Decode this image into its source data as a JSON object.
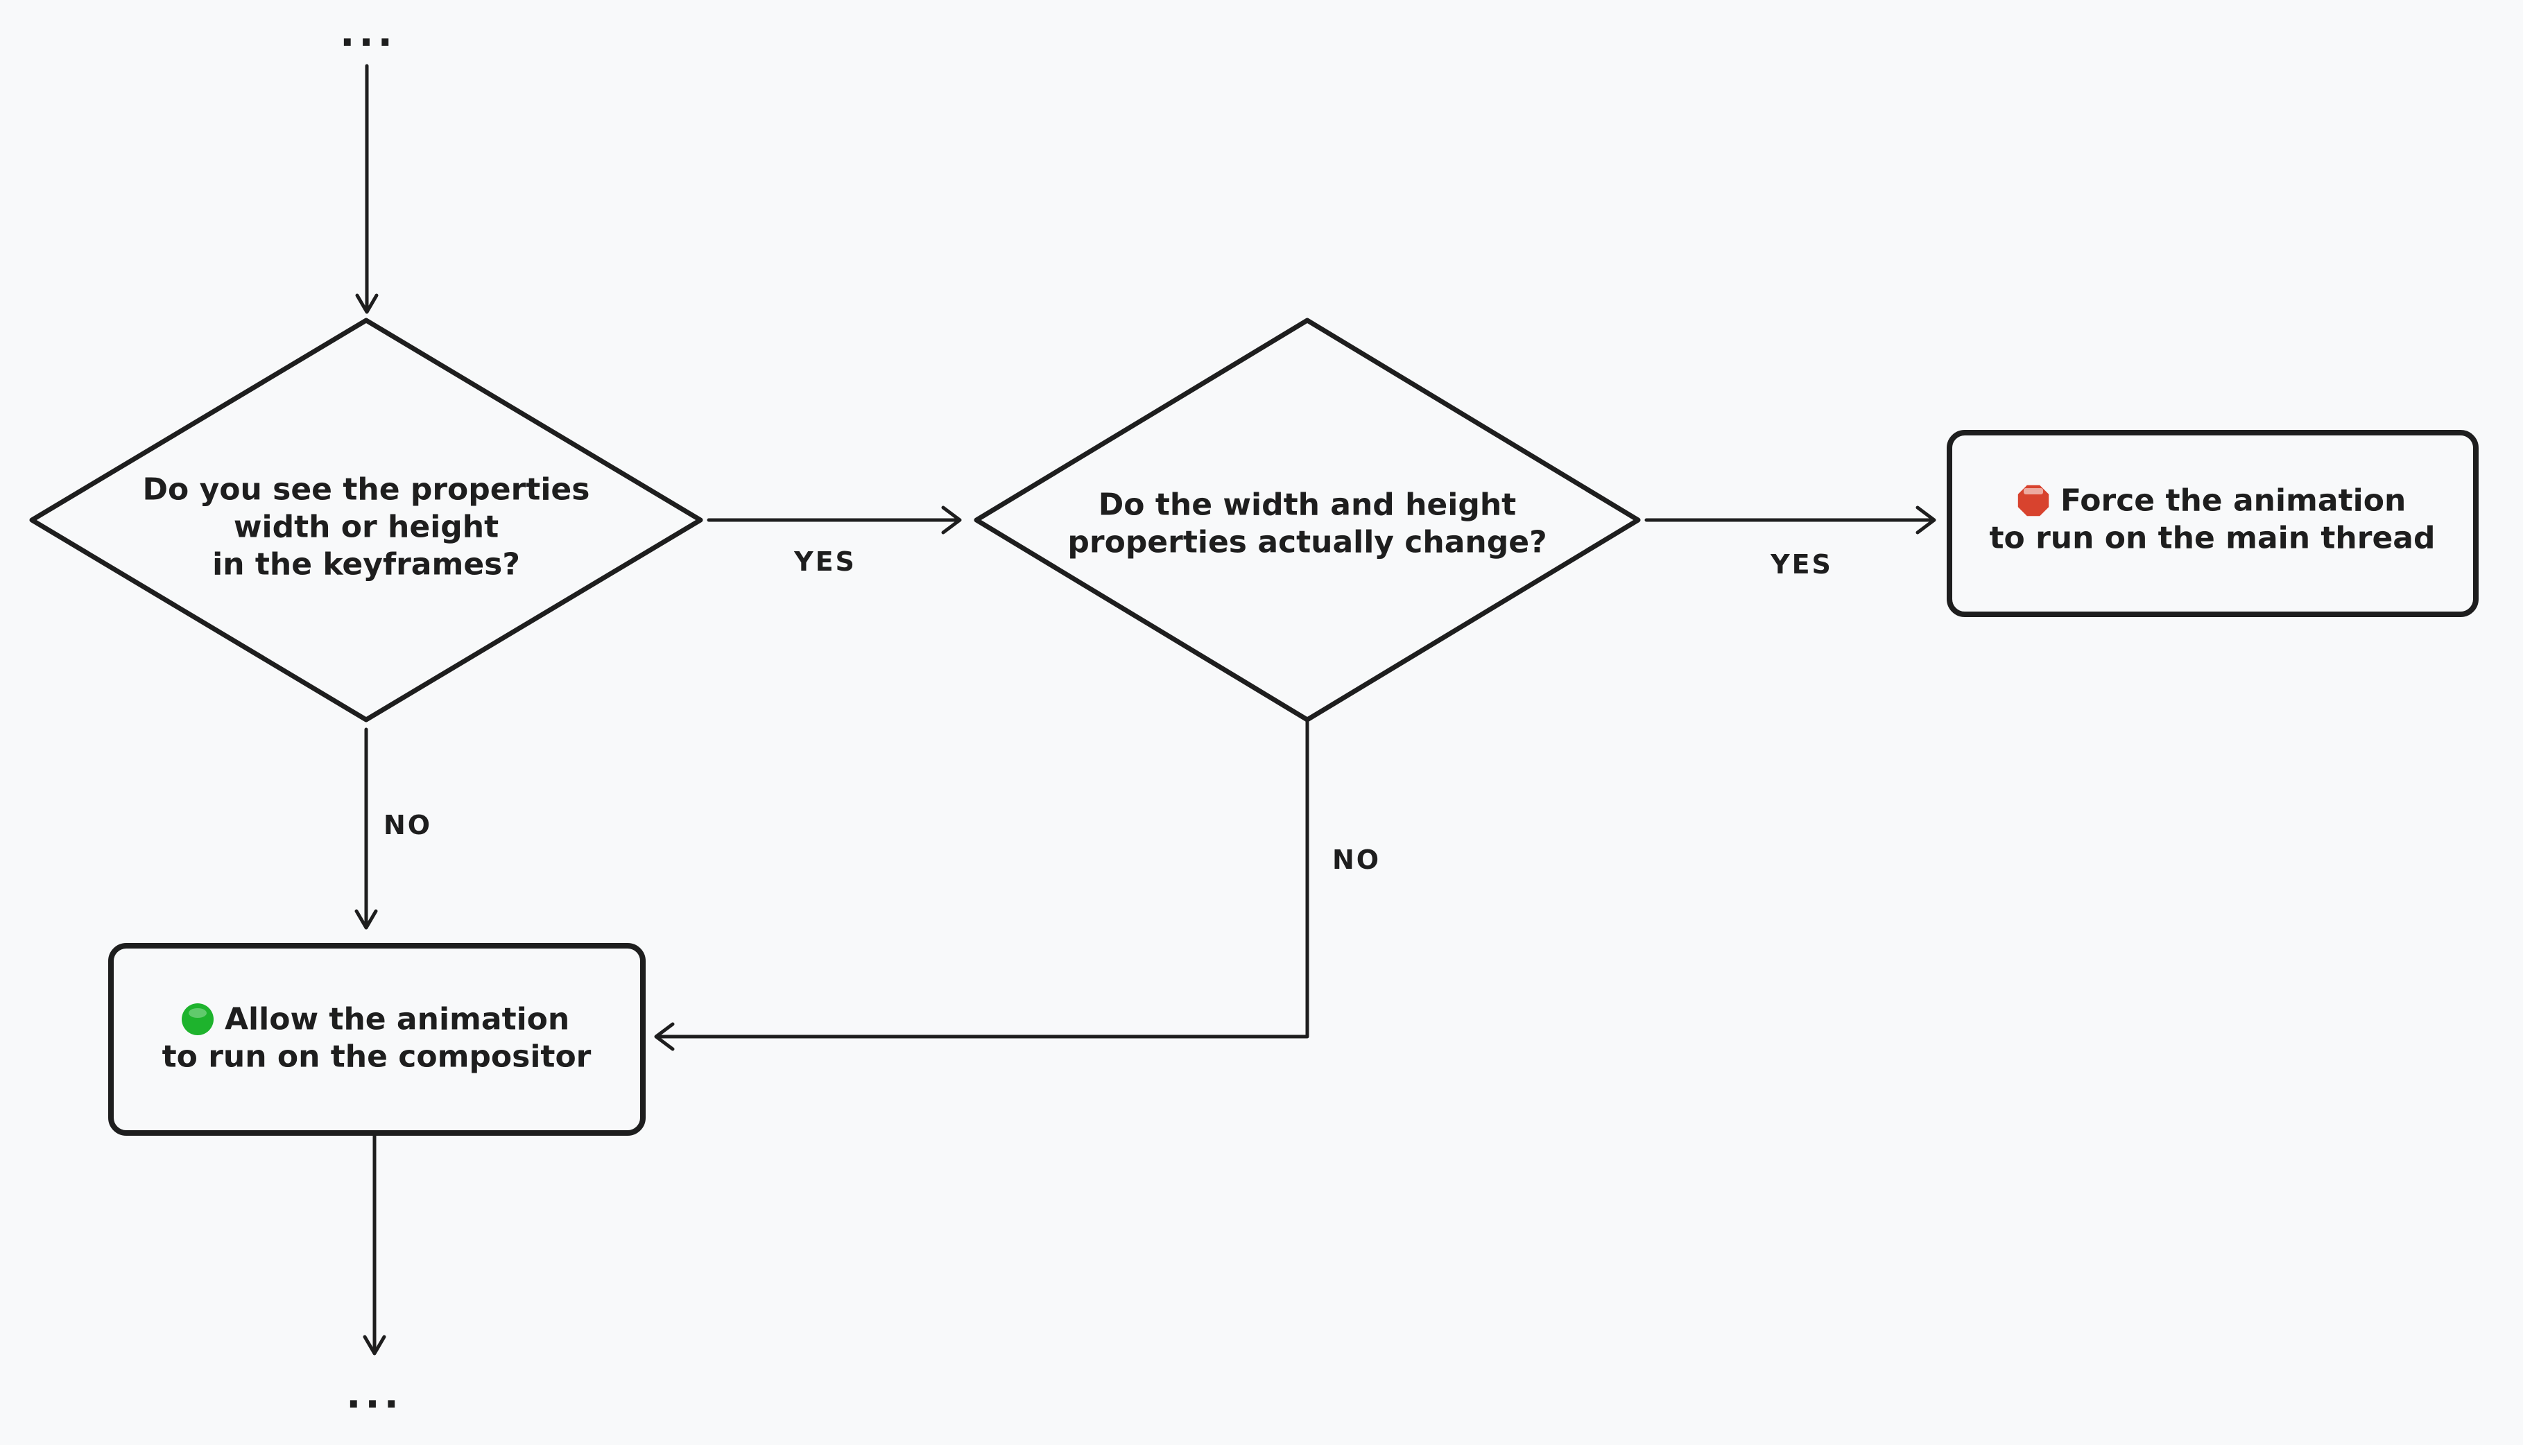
{
  "canvas": {
    "background": "#f8f9fa",
    "ink": "#1e1e1e"
  },
  "nodes": {
    "decision_keyframes": {
      "shape": "diamond",
      "lines": [
        "Do you see the properties",
        "width or height",
        "in the keyframes?"
      ]
    },
    "decision_change": {
      "shape": "diamond",
      "lines": [
        "Do the width and height",
        "properties actually change?"
      ]
    },
    "result_main_thread": {
      "shape": "rectangle",
      "icon": "stop-sign-icon",
      "icon_color": "#d8432e",
      "lines": [
        "Force the animation",
        "to run on the main thread"
      ]
    },
    "result_compositor": {
      "shape": "rectangle",
      "icon": "green-circle-icon",
      "icon_color": "#1eb32d",
      "lines": [
        "Allow the animation",
        "to run on the compositor"
      ]
    }
  },
  "edges": {
    "yes_keyframes_to_change": {
      "label": "YES"
    },
    "yes_change_to_main_thread": {
      "label": "YES"
    },
    "no_keyframes_to_compositor": {
      "label": "NO"
    },
    "no_change_to_compositor": {
      "label": "NO"
    }
  },
  "continuation": {
    "top": "...",
    "bottom": "..."
  }
}
